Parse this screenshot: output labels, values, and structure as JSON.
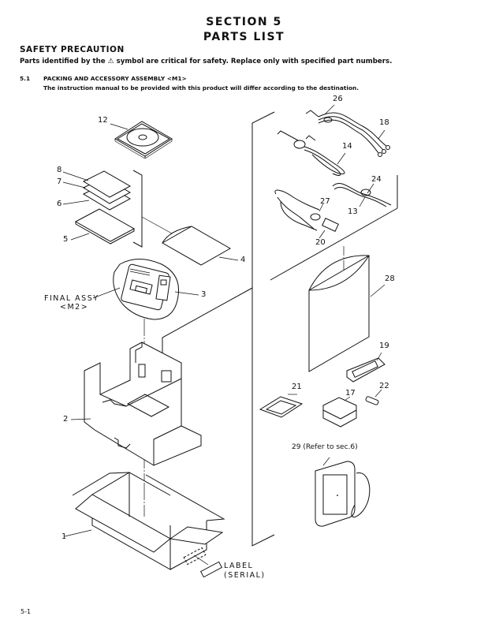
{
  "header": {
    "section": "SECTION 5",
    "title": "PARTS  LIST"
  },
  "safety": {
    "heading": "SAFETY PRECAUTION",
    "text_before": "Parts identified by the",
    "symbol": "⚠",
    "text_after": "symbol are critical for safety. Replace only with specified part numbers."
  },
  "subsection": {
    "number": "5.1",
    "title": "PACKING AND ACCESSORY ASSEMBLY <M1>",
    "note": "The instruction manual to be provided with this product will differ according to the destination."
  },
  "callouts": {
    "p1": "1",
    "p2": "2",
    "p3": "3",
    "p4": "4",
    "p5": "5",
    "p6": "6",
    "p7": "7",
    "p8": "8",
    "p12": "12",
    "p13": "13",
    "p14": "14",
    "p17": "17",
    "p18": "18",
    "p19": "19",
    "p20": "20",
    "p21": "21",
    "p22": "22",
    "p24": "24",
    "p26": "26",
    "p27": "27",
    "p28": "28",
    "p29": "29 (Refer to sec.6)"
  },
  "labels": {
    "final_assy_1": "FINAL ASSY",
    "final_assy_2": "<M2>",
    "label_1": "LABEL",
    "label_2": "(SERIAL)"
  },
  "footer": {
    "page_number": "5-1"
  }
}
